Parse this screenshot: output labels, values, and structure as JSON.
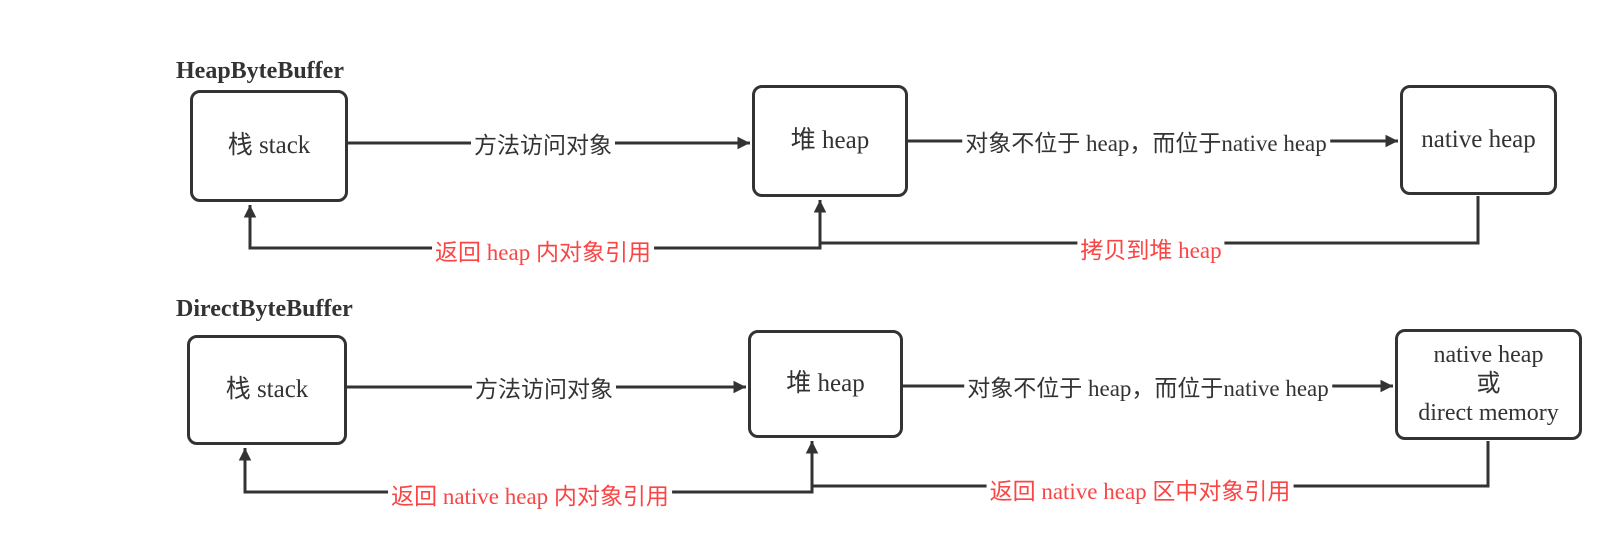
{
  "colors": {
    "background": "#ffffff",
    "stroke": "#333333",
    "text": "#333333",
    "red_accent": "#fa4545"
  },
  "flows": {
    "heap": {
      "title": "HeapByteBuffer",
      "boxes": {
        "stack": "栈 stack",
        "heap": "堆 heap",
        "native": "native heap"
      },
      "edge_labels": {
        "method_access": "方法访问对象",
        "object_location": "对象不位于 heap，而位于native heap",
        "return_reference": "返回 heap 内对象引用",
        "copy_to_heap": "拷贝到堆 heap"
      }
    },
    "direct": {
      "title": "DirectByteBuffer",
      "boxes": {
        "stack": "栈 stack",
        "heap": "堆 heap",
        "native_line1": "native heap",
        "native_line2": "或",
        "native_line3": "direct memory"
      },
      "edge_labels": {
        "method_access": "方法访问对象",
        "object_location": "对象不位于 heap，而位于native heap",
        "return_reference": "返回 native heap 内对象引用",
        "return_native_region": "返回 native heap 区中对象引用"
      }
    }
  }
}
